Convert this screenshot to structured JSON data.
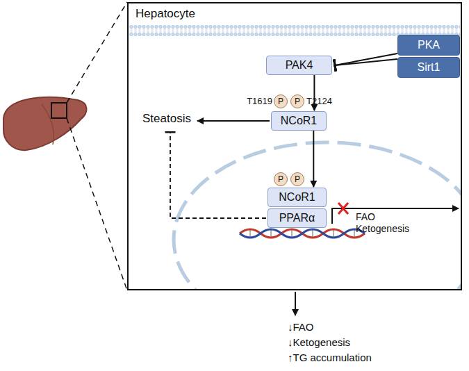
{
  "diagram": {
    "nodes": [
      {
        "text": [
          "Hepatocyte"
        ]
      },
      {
        "text": [
          "PKA"
        ],
        "in": 0
      },
      {
        "text": [
          "Sirt1"
        ],
        "in": 0
      },
      {
        "text": [
          "PAK4"
        ],
        "in": 0
      },
      {
        "text": [
          "P"
        ],
        "in": 0
      },
      {
        "text": [
          "P"
        ],
        "in": 0
      },
      {
        "text": [
          "NCoR1"
        ],
        "in": 0
      },
      {
        "text": [
          "P"
        ],
        "in": 0
      },
      {
        "text": [
          "P"
        ],
        "in": 0
      },
      {
        "text": [
          "NCoR1"
        ],
        "in": 0
      },
      {
        "text": [
          "PPARα"
        ],
        "in": 0
      }
    ],
    "edges": [
      {
        "from": 1,
        "to": 3,
        "arrow": "to"
      },
      {
        "from": 2,
        "to": 3,
        "arrow": "to"
      },
      {
        "from": 3,
        "to": 6,
        "arrow": "to"
      },
      {
        "from": 6,
        "to": 9,
        "arrow": "to"
      }
    ],
    "labels": [
      "Steatosis",
      "T1619",
      "T2124",
      "FAO",
      "Ketogenesis",
      "↓FAO",
      "↓Ketogenesis",
      "↑TG accumulation"
    ]
  }
}
